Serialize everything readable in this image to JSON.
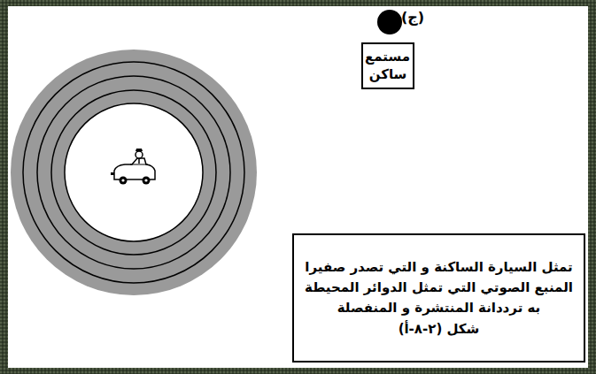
{
  "diagram": {
    "nodes": [
      {
        "text": [
          "مستمع ساكن"
        ]
      },
      {
        "text": [
          "تمثل السيارة الساكنة و التي تصدر صفيرا المنبع الصوتي التي تمثل الدوائر المحيطة به ترددانة المنتشرة و المنفصلة",
          "شكل (٢-٨-أ)"
        ]
      }
    ],
    "edges": [],
    "labels": [
      "(ج)"
    ]
  }
}
